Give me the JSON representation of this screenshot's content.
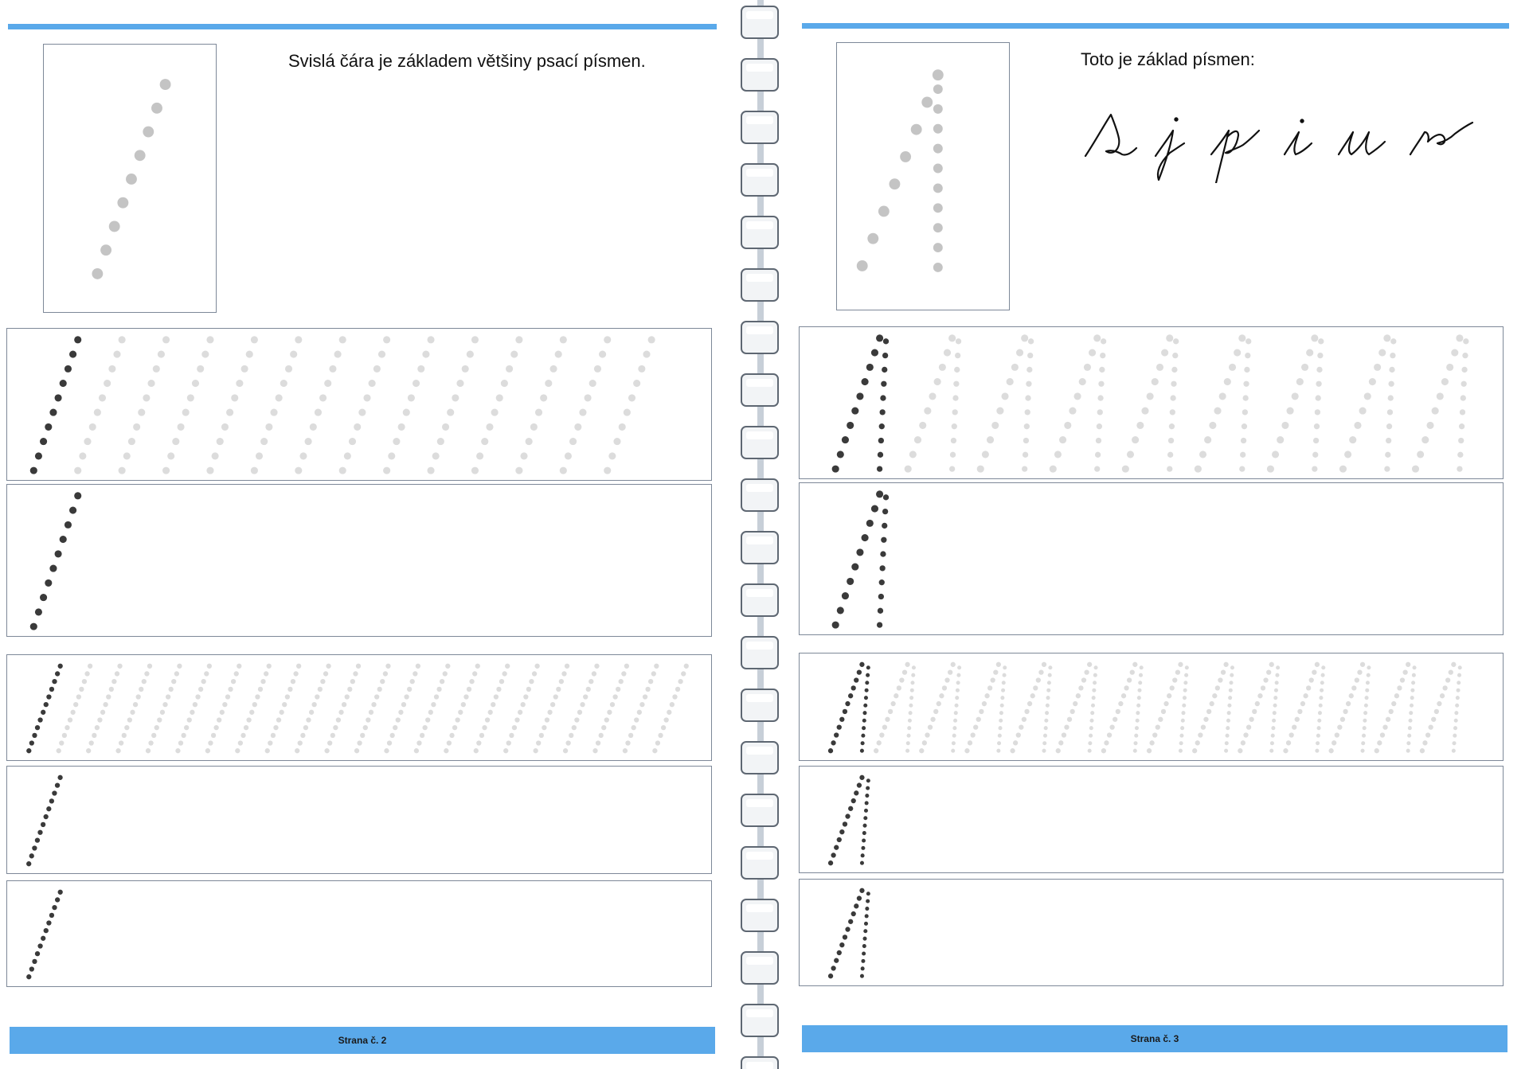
{
  "left_page": {
    "heading": "Svislá čára je základem většiny psací písmen.",
    "footer": "Strana č. 2"
  },
  "right_page": {
    "heading": "Toto je základ písmen:",
    "footer": "Strana č. 3",
    "cursive_letters": [
      "s",
      "j",
      "p",
      "i",
      "u",
      "r"
    ]
  },
  "colors": {
    "accent": "#5aa9ea",
    "border": "#7d8898",
    "ink": "#3a3a3a",
    "trace": "#dcdcdc",
    "sample": "#c4c4c4"
  },
  "icons": {
    "binding": "spiral-binding-icon"
  }
}
